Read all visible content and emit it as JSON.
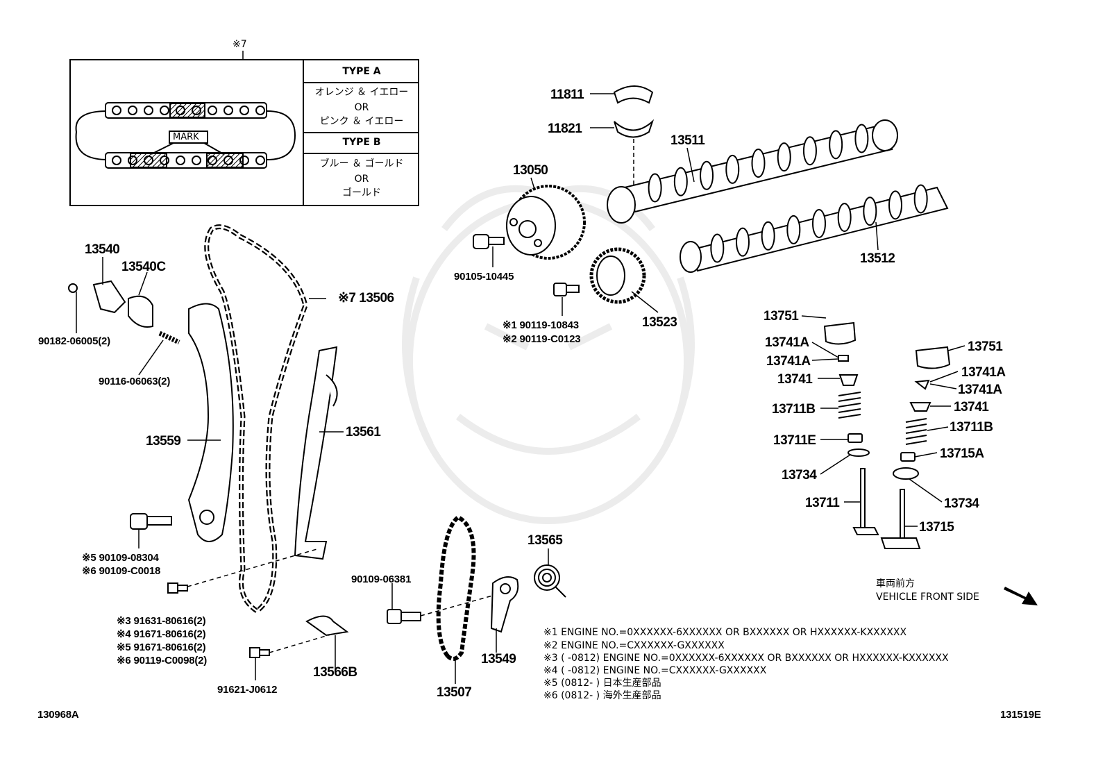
{
  "table": {
    "ref": "※7",
    "mark_label": "MARK",
    "type_a": "TYPE A",
    "type_a_line1": "オレンジ ＆ イエロー",
    "type_a_or": "OR",
    "type_a_line2": "ピンク ＆ イエロー",
    "type_b": "TYPE B",
    "type_b_line1": "ブルー ＆ ゴールド",
    "type_b_or": "OR",
    "type_b_line2": "ゴールド"
  },
  "parts": {
    "p11811": "11811",
    "p11821": "11821",
    "p13511": "13511",
    "p13050": "13050",
    "p13512": "13512",
    "p90105": "90105-10445",
    "p13523": "13523",
    "p90119a": "※1 90119-10843",
    "p90119b": "※2 90119-C0123",
    "p13540": "13540",
    "p13540c": "13540C",
    "p90182": "90182-06005(2)",
    "p90116": "90116-06063(2)",
    "p13506": "※7 13506",
    "p13559": "13559",
    "p13561": "13561",
    "p90109a": "※5 90109-08304",
    "p90109b": "※6 90109-C0018",
    "p91631": "※3 91631-80616(2)",
    "p91671a": "※4 91671-80616(2)",
    "p91671b": "※5 91671-80616(2)",
    "p90119c": "※6 90119-C0098(2)",
    "p91621": "91621-J0612",
    "p13566b": "13566B",
    "p90109c": "90109-06381",
    "p13507": "13507",
    "p13549": "13549",
    "p13565": "13565",
    "l13751": "13751",
    "l13741a1": "13741A",
    "l13741a2": "13741A",
    "l13741": "13741",
    "l13711b": "13711B",
    "l13711e": "13711E",
    "l13734": "13734",
    "l13711": "13711",
    "r13751": "13751",
    "r13741a1": "13741A",
    "r13741a2": "13741A",
    "r13741": "13741",
    "r13711b": "13711B",
    "r13715a": "13715A",
    "r13734": "13734",
    "r13715": "13715"
  },
  "front": {
    "jp": "車両前方",
    "en": "VEHICLE FRONT SIDE"
  },
  "notes": [
    "※1 ENGINE NO.=0XXXXXX-6XXXXXX OR BXXXXXX OR HXXXXXX-KXXXXXX",
    "※2 ENGINE NO.=CXXXXXX-GXXXXXX",
    "※3 (        -0812) ENGINE NO.=0XXXXXX-6XXXXXX OR BXXXXXX OR HXXXXXX-KXXXXXX",
    "※4 (        -0812) ENGINE NO.=CXXXXXX-GXXXXXX",
    "※5 (0812-        ) 日本生産部品",
    "※6 (0812-        ) 海外生産部品"
  ],
  "codes": {
    "left": "130968A",
    "right": "131519E"
  },
  "colors": {
    "ink": "#000000",
    "watermark": "#e8e8e8"
  }
}
